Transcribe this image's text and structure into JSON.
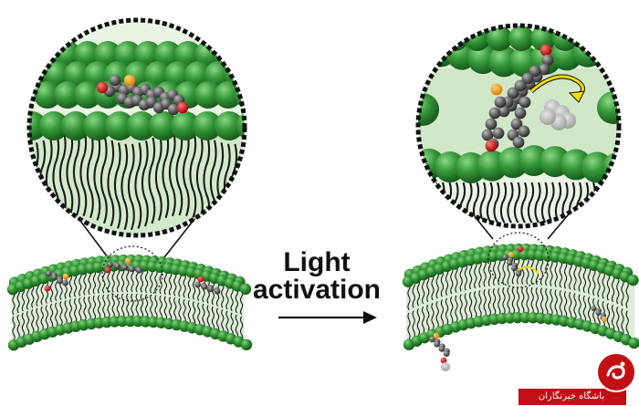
{
  "caption": {
    "line1": "Light",
    "line2": "activation"
  },
  "watermark": {
    "text": "باشگاه خبرنگاران",
    "band_color": "#c20f14"
  },
  "colors": {
    "lipid_head": "#2e8a2f",
    "lipid_head_light": "#55b150",
    "tail": "#1a1a1a",
    "membrane_fill": "#cfe6c7",
    "molecule": "#5a5a5a",
    "oxygen": "#cc1f1f",
    "sulfur": "#f0a020",
    "light_arrow": "#f5dc00"
  },
  "icons": [
    "arrow-right-icon",
    "curved-arrow-icon",
    "watermark-logo-icon"
  ]
}
